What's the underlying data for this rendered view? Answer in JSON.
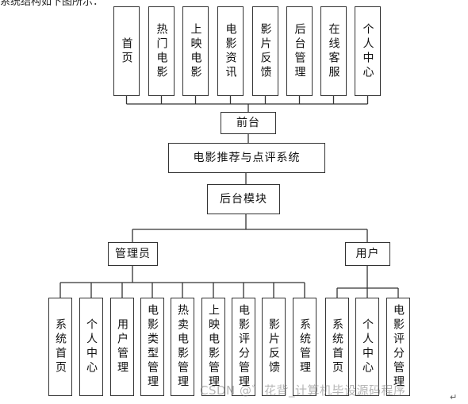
{
  "top_partial_text": "系统结构如下图所示：",
  "root": "电影推荐与点评系统",
  "frontend": {
    "label": "前台",
    "modules": [
      "首页",
      "热门电影",
      "上映电影",
      "电影资讯",
      "影片反馈",
      "后台管理",
      "在线客服",
      "个人中心"
    ]
  },
  "backend": {
    "label": "后台模块",
    "admin": {
      "label": "管理员",
      "modules": [
        "系统首页",
        "个人中心",
        "用户管理",
        "电影类型管理",
        "热卖电影管理",
        "上映电影管理",
        "电影评分管理",
        "影片反馈",
        "系统管理"
      ]
    },
    "user": {
      "label": "用户",
      "modules": [
        "系统首页",
        "个人中心",
        "电影评分管理"
      ]
    }
  },
  "watermark": "CSDN @゛花背_计算机毕设源码程序",
  "return_mark": "↵"
}
